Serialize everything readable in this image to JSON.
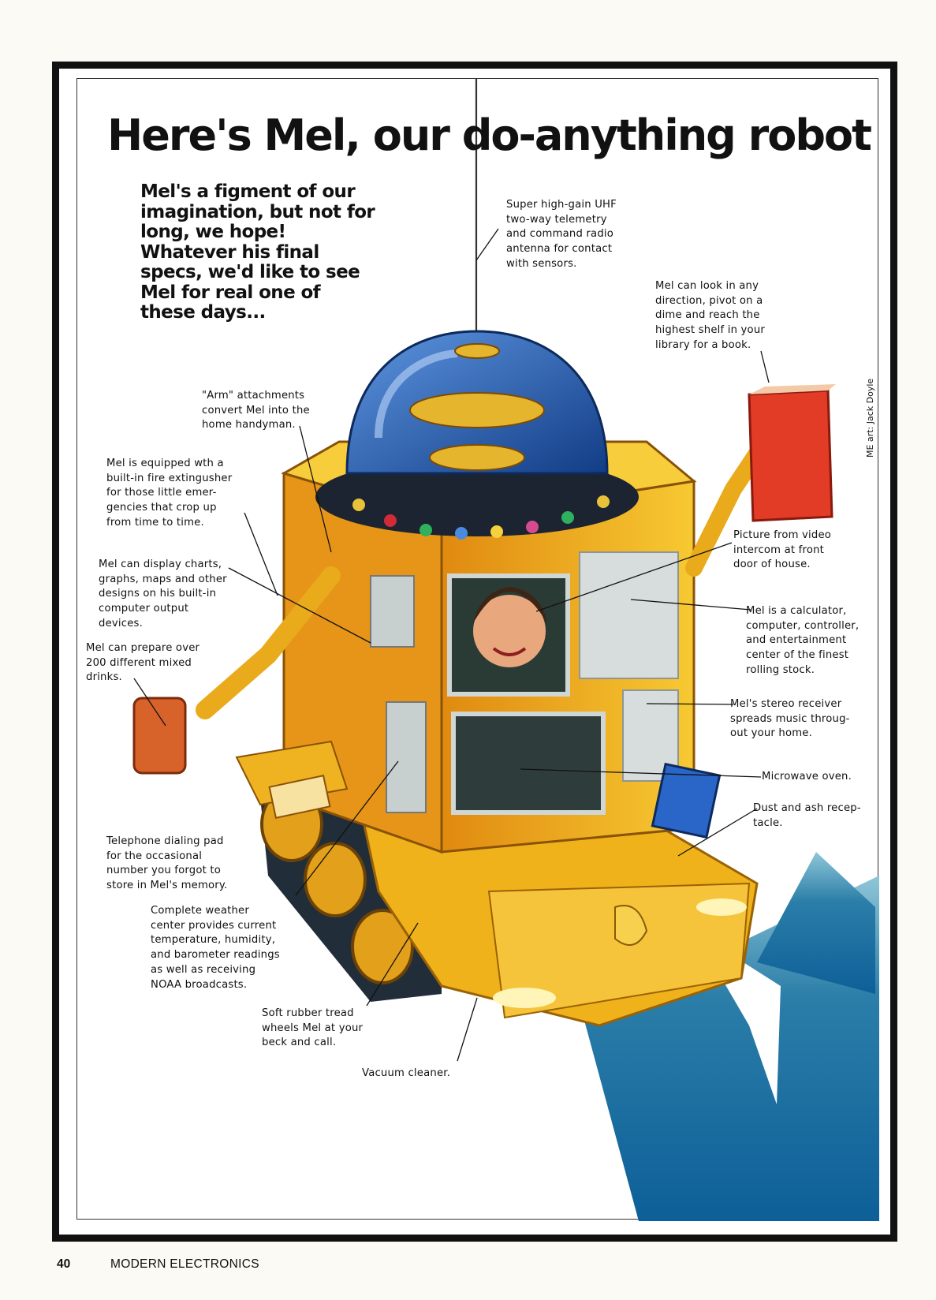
{
  "headline": "Here's Mel, our do-anything robot",
  "intro": "Mel's a figment of our imagination, but not for long, we hope! Whatever his final specs, we'd like to see Mel for real one of these days...",
  "callouts": {
    "antenna": "Super high-gain UHF\ntwo-way telemetry\nand command radio\nantenna for contact\nwith sensors.",
    "look": "Mel can look in any\ndirection, pivot on a\ndime and reach the\nhighest shelf in your\nlibrary for a book.",
    "arm": "\"Arm\" attachments\nconvert Mel into the\nhome handyman.",
    "extinguisher": "Mel is equipped wth a\nbuilt-in fire extingusher\nfor those little emer-\ngencies that crop up\nfrom time to time.",
    "charts": "Mel can display charts,\ngraphs, maps and other\ndesigns on his built-in\ncomputer output\ndevices.",
    "drinks": "Mel can prepare over\n200 different mixed\ndrinks.",
    "video": "Picture from video\nintercom at front\ndoor of house.",
    "calculator": "Mel is a calculator,\ncomputer, controller,\nand entertainment\ncenter of the finest\nrolling stock.",
    "stereo": "Mel's stereo receiver\nspreads music throug-\nout your home.",
    "microwave": "Microwave oven.",
    "dust": "Dust and ash recep-\ntacle.",
    "telephone": "Telephone dialing pad\nfor the occasional\nnumber you forgot to\nstore in Mel's memory.",
    "weather": "Complete weather\ncenter provides current\ntemperature, humidity,\nand barometer readings\nas well as receiving\nNOAA broadcasts.",
    "tread": "Soft rubber tread\nwheels Mel at your\nbeck and call.",
    "vacuum": "Vacuum cleaner."
  },
  "credit": "ME art: Jack Doyle",
  "footer": {
    "page_number": "40",
    "publication": "MODERN ELECTRONICS"
  },
  "colors": {
    "robot_body": "#f2b81c",
    "dome": "#2a5fb8",
    "book": "#e23b26",
    "floor_light": "#1e6fb0"
  }
}
